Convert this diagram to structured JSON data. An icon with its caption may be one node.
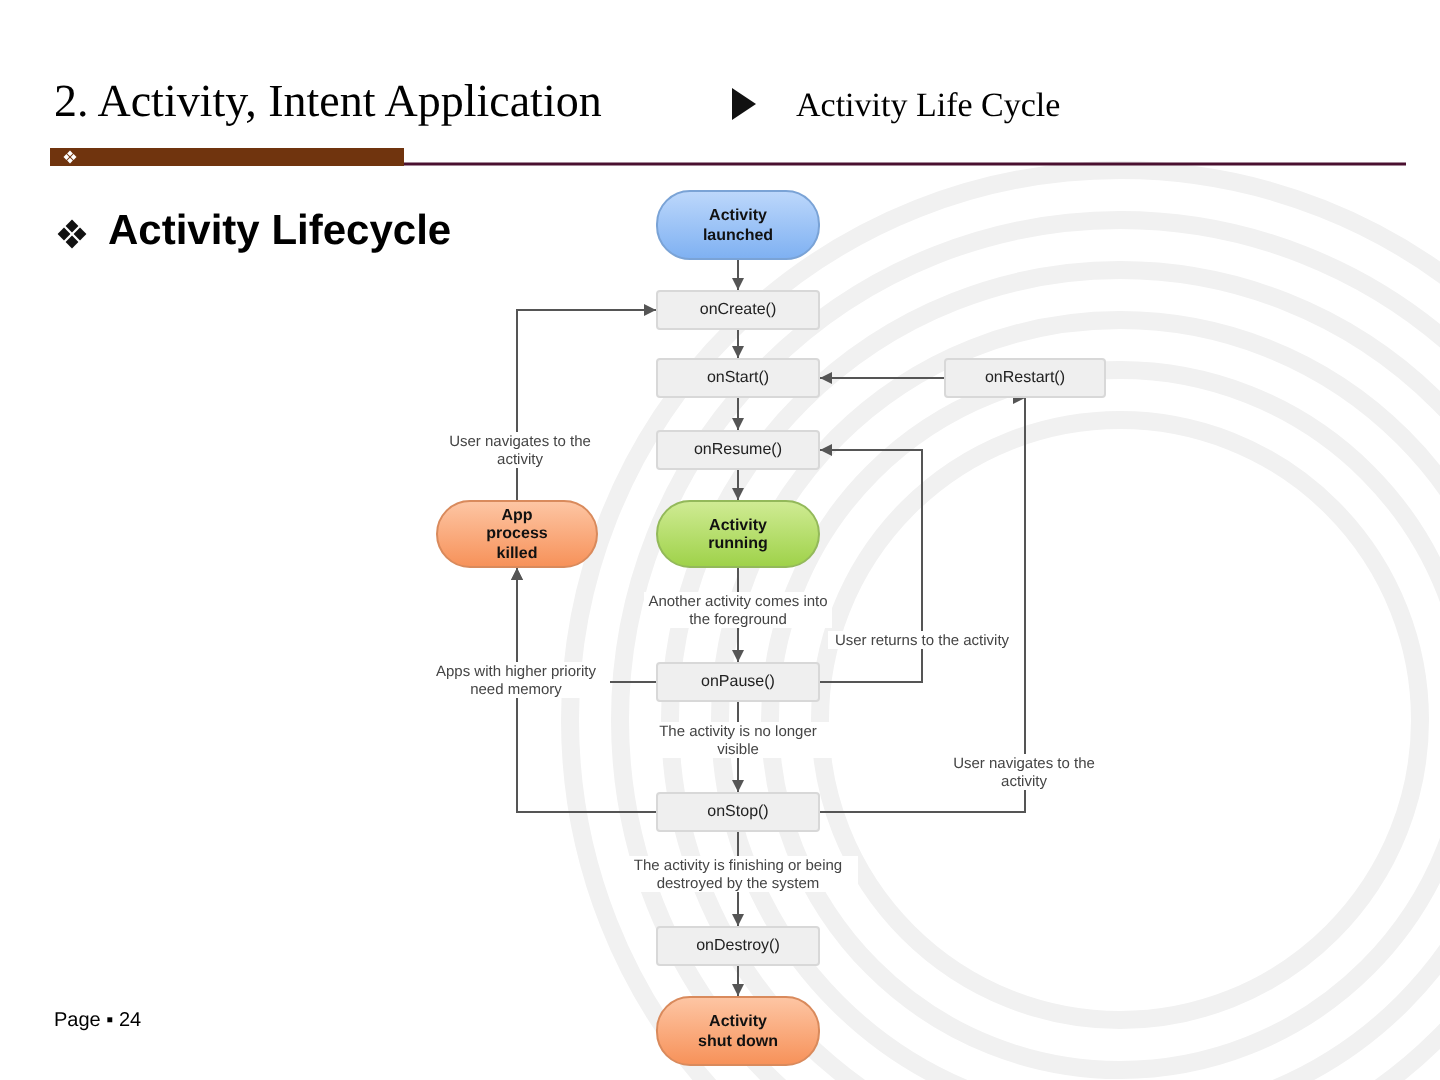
{
  "diagram": {
    "title": "2. Activity, Intent Application",
    "nodes": [
      {
        "text": [
          "Activity launched"
        ]
      },
      {
        "text": [
          "onCreate()"
        ]
      },
      {
        "text": [
          "onStart()"
        ]
      },
      {
        "text": [
          "onRestart()"
        ]
      },
      {
        "text": [
          "onResume()"
        ]
      },
      {
        "text": [
          "App process killed"
        ]
      },
      {
        "text": [
          "Activity running"
        ]
      },
      {
        "text": [
          "onPause()"
        ]
      },
      {
        "text": [
          "onStop()"
        ]
      },
      {
        "text": [
          "onDestroy()"
        ]
      },
      {
        "text": [
          "Activity shut down"
        ]
      }
    ],
    "edges": [
      {
        "from": 0,
        "to": 1,
        "arrow": "to"
      },
      {
        "from": 1,
        "to": 2,
        "arrow": "to"
      },
      {
        "from": 2,
        "to": 4,
        "arrow": "to"
      },
      {
        "from": 4,
        "to": 6,
        "arrow": "to"
      },
      {
        "from": 6,
        "to": 7,
        "arrow": "to",
        "label": "Another activity comes into the foreground"
      },
      {
        "from": 7,
        "to": 8,
        "arrow": "to",
        "label": "The activity is no longer visible"
      },
      {
        "from": 8,
        "to": 9,
        "arrow": "to",
        "label": "The activity is finishing or being destroyed by the system"
      },
      {
        "from": 9,
        "to": 10,
        "arrow": "to"
      },
      {
        "from": 3,
        "to": 2,
        "arrow": "to"
      },
      {
        "from": 7,
        "to": 4,
        "arrow": "to",
        "label": "User returns to the activity"
      },
      {
        "from": 8,
        "to": 3,
        "arrow": "to",
        "label": "User navigates to the activity"
      },
      {
        "from": 7,
        "to": 5,
        "arrow": "to",
        "label": "Apps with higher priority need memory"
      },
      {
        "from": 8,
        "to": 5,
        "arrow": "to"
      },
      {
        "from": 5,
        "to": 1,
        "arrow": "to",
        "label": "User navigates to the activity"
      }
    ],
    "labels": [
      "Activity Life Cycle",
      "Activity Lifecycle",
      "Page ▪ 24"
    ]
  }
}
